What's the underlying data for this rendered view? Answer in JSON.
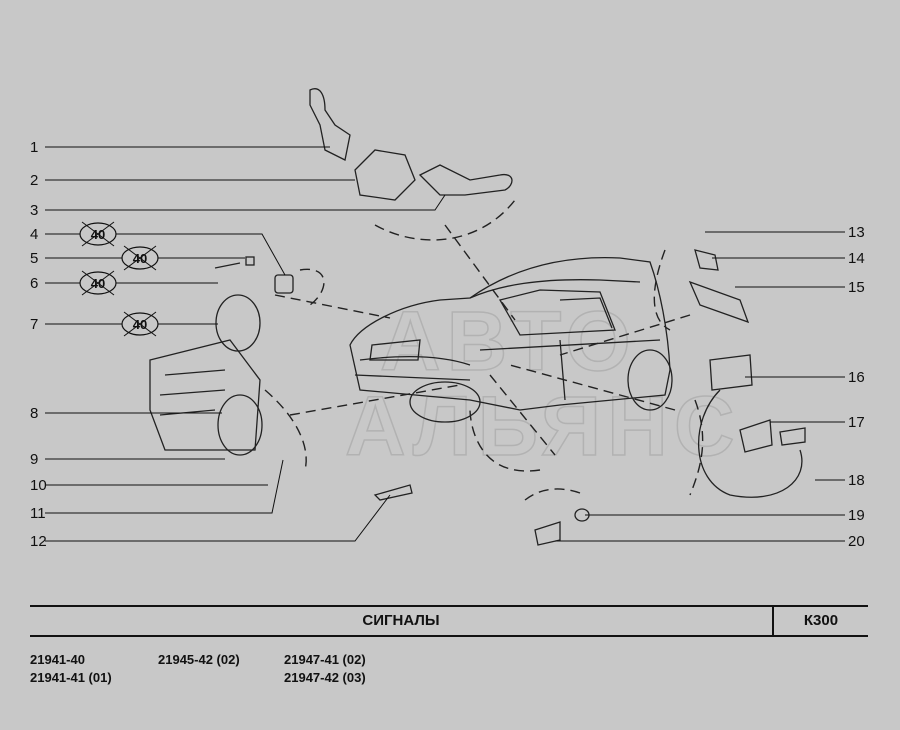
{
  "diagram": {
    "watermark_line1": "АВТО",
    "watermark_line2": "АЛЬЯНС",
    "callouts": [
      "1",
      "2",
      "3",
      "4",
      "5",
      "6",
      "7",
      "8",
      "9",
      "10",
      "11",
      "12",
      "13",
      "14",
      "15",
      "16",
      "17",
      "18",
      "19",
      "20"
    ],
    "badge_label": "40"
  },
  "footer": {
    "title": "СИГНАЛЫ",
    "code": "К300",
    "models": [
      "21941-40",
      "21941-41 (01)",
      "21945-42 (02)",
      "21947-41 (02)",
      "21947-42 (03)"
    ]
  }
}
